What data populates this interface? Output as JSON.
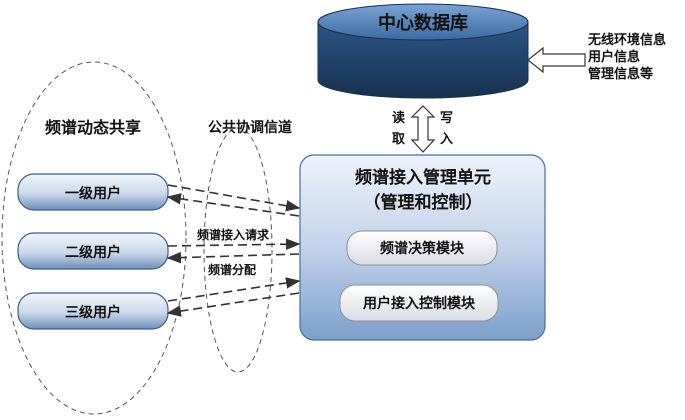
{
  "database": {
    "title": "中心数据库"
  },
  "info_box": {
    "lines": [
      "无线环境信息",
      "用户信息",
      "管理信息等"
    ]
  },
  "read_write": {
    "read": [
      "读",
      "取"
    ],
    "write": [
      "写",
      "入"
    ]
  },
  "left_group": {
    "title": "频谱动态共享"
  },
  "channel": {
    "title": "公共协调信道"
  },
  "users": [
    "一级用户",
    "二级用户",
    "三级用户"
  ],
  "messages": {
    "request": "频谱接入请求",
    "allocation": "频谱分配"
  },
  "manager": {
    "title_line1": "频谱接入管理单元",
    "title_line2": "（管理和控制）",
    "modules": [
      "频谱决策模块",
      "用户接入控制模块"
    ]
  },
  "colors": {
    "cylinder_top": "#4f7fb6",
    "cylinder_body": "#1f3f68",
    "manager_top": "#e6eefa",
    "manager_bottom": "#7d9fcb"
  }
}
